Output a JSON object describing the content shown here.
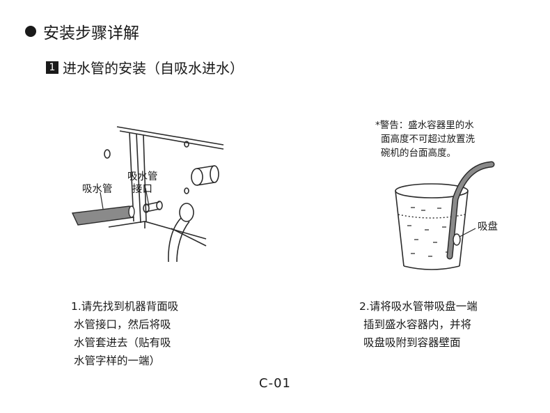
{
  "section": {
    "title": "安装步骤详解"
  },
  "step": {
    "number": "1",
    "title": "进水管的安装（自吸水进水）"
  },
  "figure1": {
    "label_hose": "吸水管",
    "label_connector_1": "吸水管",
    "label_connector_2": "接口"
  },
  "figure2": {
    "warning_lines": [
      "*警告：盛水容器里的水",
      "面高度不可超过放置洗",
      "碗机的台面高度。"
    ],
    "label_suction_cup": "吸盘"
  },
  "captions": {
    "step1_lines": [
      "1.请先找到机器背面吸",
      "水管接口，然后将吸",
      "水管套进去（贴有吸",
      "水管字样的一端）"
    ],
    "step2_lines": [
      "2.请将吸水管带吸盘一端",
      "插到盛水容器内，并将",
      "吸盘吸附到容器壁面"
    ]
  },
  "footer": {
    "page_number": "C-01"
  },
  "colors": {
    "text": "#1a1a1a",
    "hose_gray": "#8a8a8a",
    "line": "#2a2a2a"
  }
}
